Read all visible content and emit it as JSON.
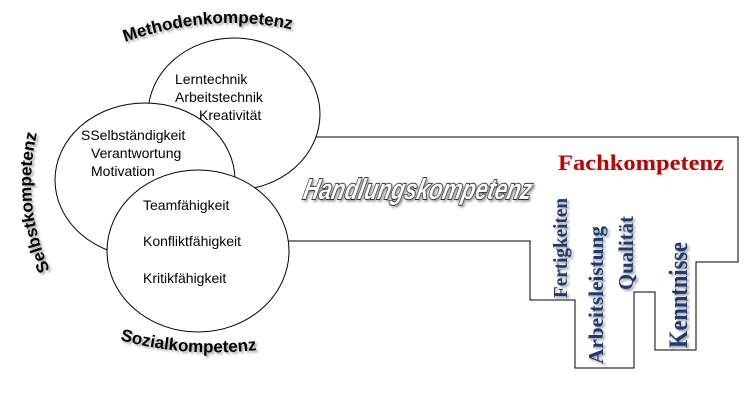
{
  "arcs": {
    "methodenkompetenz": "Methodenkompetenz",
    "selbstkompetenz": "Selbstkompetenz",
    "sozialkompetenz": "Sozialkompetenz"
  },
  "circles": {
    "methode": {
      "lines": [
        "Lerntechnik",
        "Arbeitstechnik",
        "Kreativität"
      ]
    },
    "selbst": {
      "lines": [
        "SSelbständigkeit",
        "Verantwortung",
        "Motivation"
      ]
    },
    "sozial": {
      "lines": [
        "Teamfähigkeit",
        "Konfliktfähigkeit",
        "Kritikfähigkeit"
      ]
    }
  },
  "handlung": "Handlungskompetenz",
  "fach": {
    "title": "Fachkompetenz",
    "items": [
      "Fertigkeiten",
      "Arbeitsleistung",
      "Qualität",
      "Kenntnisse"
    ]
  },
  "colors": {
    "fach_title": "#c00000",
    "fach_items": "#1f3a6e",
    "handlung_fill": "#ffffff",
    "handlung_stroke": "#111111",
    "outline": "#000000"
  }
}
